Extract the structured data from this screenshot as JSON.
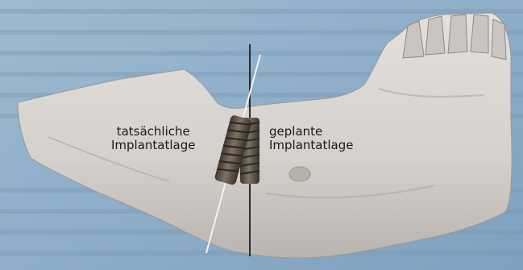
{
  "figure": {
    "labels": {
      "actual_line1": "tatsächliche",
      "actual_line2": "Implantatlage",
      "planned_line1": "geplante",
      "planned_line2": "Implantatlage"
    }
  },
  "colors": {
    "background_page": "#8fb0cc",
    "bone": "#d9d6d3",
    "bone_shadow": "#bab5b0",
    "implant": "#5a5146",
    "planned_axis": "#2a2a2a",
    "actual_axis": "#f2f2f2"
  }
}
